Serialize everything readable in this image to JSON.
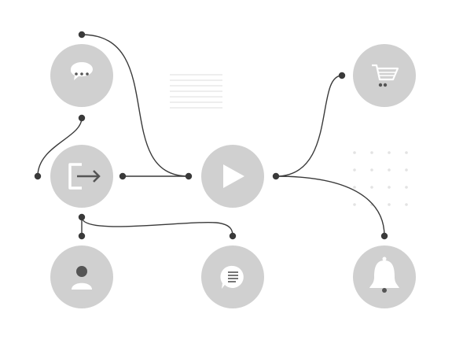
{
  "colors": {
    "background": "#ffffff",
    "node_fill": "#d0d0d0",
    "icon_white": "#ffffff",
    "icon_dark": "#555555",
    "connector": "#3a3a3a",
    "decoration_lines": "#e3e3e3",
    "decoration_dots": "#e3e3e3"
  },
  "nodes": [
    {
      "id": "chat-bubble",
      "icon": "chat-bubble-dots-icon"
    },
    {
      "id": "logout",
      "icon": "logout-arrow-icon"
    },
    {
      "id": "play",
      "icon": "play-icon"
    },
    {
      "id": "cart",
      "icon": "shopping-cart-icon"
    },
    {
      "id": "user",
      "icon": "user-icon"
    },
    {
      "id": "message",
      "icon": "message-lines-icon"
    },
    {
      "id": "bell",
      "icon": "bell-icon"
    }
  ],
  "connections": [
    {
      "from": "chat-bubble",
      "to": "play"
    },
    {
      "from": "chat-bubble",
      "to": "logout"
    },
    {
      "from": "logout",
      "to": "play"
    },
    {
      "from": "logout",
      "to": "user"
    },
    {
      "from": "logout",
      "to": "message"
    },
    {
      "from": "play",
      "to": "cart"
    },
    {
      "from": "play",
      "to": "bell"
    }
  ]
}
